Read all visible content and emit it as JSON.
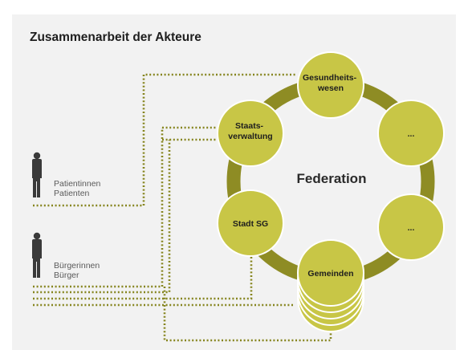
{
  "title": "Zusammenarbeit der Akteure",
  "center_label": "Federation",
  "nodes": [
    {
      "id": "gesundheitswesen",
      "lines": [
        "Gesundheits-",
        "wesen"
      ]
    },
    {
      "id": "top-right",
      "lines": [
        "..."
      ]
    },
    {
      "id": "bottom-right",
      "lines": [
        "..."
      ]
    },
    {
      "id": "gemeinden",
      "lines": [
        "Gemeinden"
      ]
    },
    {
      "id": "stadt-sg",
      "lines": [
        "Stadt SG"
      ]
    },
    {
      "id": "staatsverwaltung",
      "lines": [
        "Staats-",
        "verwaltung"
      ]
    }
  ],
  "actors": {
    "patients": {
      "line1": "Patientinnen",
      "line2": "Patienten"
    },
    "citizens": {
      "line1": "Bürgerinnen",
      "line2": "Bürger"
    }
  },
  "colors": {
    "background": "#f2f2f2",
    "node_fill": "#c8c646",
    "ring": "#8e8c24",
    "dotted_line": "#86851f",
    "person": "#3a3a3a",
    "text": "#1e1e1e"
  }
}
